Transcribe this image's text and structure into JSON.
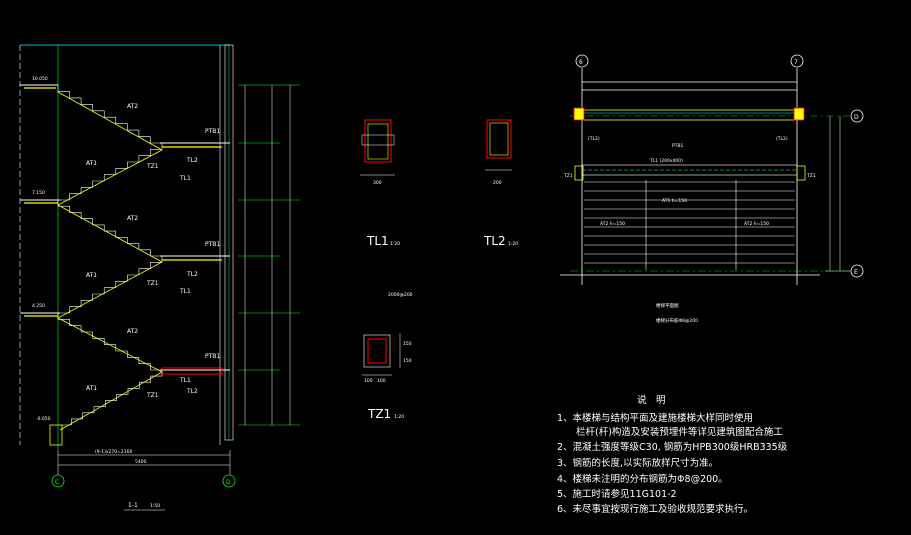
{
  "section": {
    "title": "1-1",
    "scale": "1:50",
    "axis_left": "C",
    "axis_right": "D",
    "labels": {
      "at2": "AT2",
      "at1": "AT1",
      "tl1": "TL1",
      "tl2": "TL2",
      "tz1": "TZ1",
      "pt_b": "PTB1"
    },
    "dims": {
      "total_width": "5400",
      "flight_run": "(9-1)x270=2160"
    },
    "levels": [
      "10.050",
      "7.150",
      "4.250",
      "-0.050"
    ]
  },
  "details": {
    "tl1": {
      "title": "TL1",
      "scale": "1:20",
      "width": "300"
    },
    "tl2": {
      "title": "TL2",
      "scale": "1:20",
      "width": "200"
    },
    "tz1": {
      "title": "TZ1",
      "scale": "1:20",
      "w1": "100",
      "w2": "100",
      "h1": "150",
      "h2": "150",
      "note": "2000@200"
    }
  },
  "plan": {
    "axis_6": "6",
    "axis_7": "7",
    "axis_d": "D",
    "axis_e": "E",
    "labels": {
      "tl2_left": "(TL2)",
      "tl2_right": "(TL2)",
      "pt_b": "PTB1",
      "tl1": "TL1 (200x400)",
      "tz1_left": "TZ1",
      "tz1_right": "TZ1",
      "at1": "AT1 h=150",
      "at2_left": "AT2 h=150",
      "at2_right": "AT2 h=150"
    },
    "caption_1": "楼梯平面图",
    "caption_2": "楼梯分布筋Φ8@200"
  },
  "notes": {
    "title": "说　明",
    "lines": [
      "1、本楼梯与结构平面及建施楼梯大样同时使用",
      "　　栏杆(杆)构造及安装预埋件等详见建筑图配合施工",
      "2、混凝土强度等级C30, 钢筋为HPB300级HRB335级",
      "3、钢筋的长度,以实际放样尺寸为准。",
      "4、楼梯未注明的分布钢筋为Φ8@200。",
      "5、施工时请参见11G101-2",
      "6、未尽事宜按现行施工及验收规范要求执行。"
    ]
  }
}
